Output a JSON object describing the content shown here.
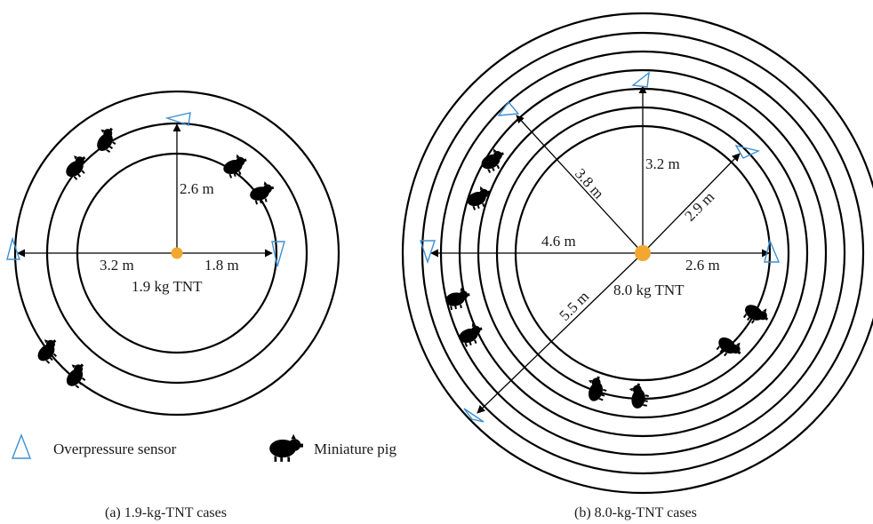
{
  "panel_a": {
    "caption": "(a) 1.9-kg-TNT cases",
    "charge_label": "1.9 kg TNT",
    "distances": {
      "up": "2.6 m",
      "left": "3.2 m",
      "right": "1.8 m"
    }
  },
  "panel_b": {
    "caption": "(b) 8.0-kg-TNT cases",
    "charge_label": "8.0 kg TNT",
    "distances": {
      "up": "3.2 m",
      "upper_left": "3.8 m",
      "upper_right": "2.9 m",
      "left": "4.6 m",
      "right": "2.6 m",
      "lower_left": "5.5 m"
    }
  },
  "legend": {
    "sensor_label": "Overpressure sensor",
    "pig_label": "Miniature pig"
  },
  "colors": {
    "sensor": "#3d8fd1",
    "charge": "#f2a830",
    "rings": "#000000"
  },
  "icons": {
    "sensor": "triangle-outline-icon",
    "pig": "pig-icon"
  }
}
